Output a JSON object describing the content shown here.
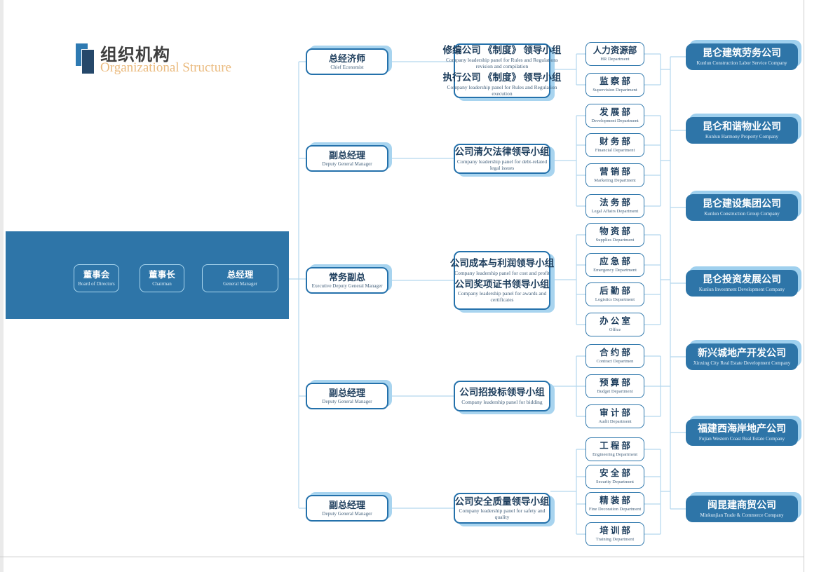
{
  "title": {
    "zh": "组织机构",
    "en": "Organizational Structure"
  },
  "board": [
    {
      "zh": "董事会",
      "en": "Board of Directors"
    },
    {
      "zh": "董事长",
      "en": "Chairman"
    },
    {
      "zh": "总经理",
      "en": "General Manager"
    }
  ],
  "executives": [
    {
      "zh": "总经济师",
      "en": "Chief Economist"
    },
    {
      "zh": "副总经理",
      "en": "Deputy General Manager"
    },
    {
      "zh": "常务副总",
      "en": "Executive Deputy General Manager"
    },
    {
      "zh": "副总经理",
      "en": "Deputy General Manager"
    },
    {
      "zh": "副总经理",
      "en": "Deputy General Manager"
    }
  ],
  "panels": [
    {
      "entries": [
        {
          "zh": "修编公司 《制度》 领导小组",
          "en": "Company leadership panel for Rules and Regulations revision and compilation"
        },
        {
          "zh": "执行公司 《制度》 领导小组",
          "en": "Company leadership panel for Rules and Regulation execution"
        }
      ]
    },
    {
      "entries": [
        {
          "zh": "公司清欠法律领导小组",
          "en": "Company leadership panel for debt-related legal issues"
        }
      ]
    },
    {
      "entries": [
        {
          "zh": "公司成本与利润领导小组",
          "en": "Company leadership panel for cost and profit"
        },
        {
          "zh": "公司奖项证书领导小组",
          "en": "Company leadership panel for awards and certificates"
        }
      ]
    },
    {
      "entries": [
        {
          "zh": "公司招投标领导小组",
          "en": "Company leadership panel for bidding"
        }
      ]
    },
    {
      "entries": [
        {
          "zh": "公司安全质量领导小组",
          "en": "Company leadership panel for safety and quality"
        }
      ]
    }
  ],
  "dept_groups": [
    {
      "departments": [
        {
          "zh": "人力资源部",
          "en": "HR Department"
        },
        {
          "zh": "监 察 部",
          "en": "Supervision Department"
        }
      ]
    },
    {
      "departments": [
        {
          "zh": "发 展 部",
          "en": "Development Department"
        },
        {
          "zh": "财 务 部",
          "en": "Financial Department"
        },
        {
          "zh": "营 销 部",
          "en": "Marketing Department"
        },
        {
          "zh": "法 务 部",
          "en": "Legal Affairs Department"
        }
      ]
    },
    {
      "departments": [
        {
          "zh": "物 资 部",
          "en": "Supplies Department"
        },
        {
          "zh": "应 急 部",
          "en": "Emergency Department"
        },
        {
          "zh": "后 勤 部",
          "en": "Logistics Department"
        },
        {
          "zh": "办 公 室",
          "en": "Office"
        }
      ]
    },
    {
      "departments": [
        {
          "zh": "合 约 部",
          "en": "Contract Departmen"
        },
        {
          "zh": "预 算 部",
          "en": "Budget Department"
        },
        {
          "zh": "审 计 部",
          "en": "Audit Department"
        }
      ]
    },
    {
      "departments": [
        {
          "zh": "工 程 部",
          "en": "Engineering Department"
        },
        {
          "zh": "安 全 部",
          "en": "Security Department"
        },
        {
          "zh": "精 装 部",
          "en": "Fine Decoration Department"
        },
        {
          "zh": "培 训 部",
          "en": "Training Department"
        }
      ]
    }
  ],
  "companies": [
    {
      "zh": "昆仑建筑劳务公司",
      "en": "Kunlun Construction Labor Service Company"
    },
    {
      "zh": "昆仑和谐物业公司",
      "en": "Kunlun Harmony Property Company"
    },
    {
      "zh": "昆仑建设集团公司",
      "en": "Kunlun Construction Group Company"
    },
    {
      "zh": "昆仑投资发展公司",
      "en": "Kunlun Investment Development Company"
    },
    {
      "zh": "新兴城地产开发公司",
      "en": "Xinxing City Real Estate Development Company"
    },
    {
      "zh": "福建西海岸地产公司",
      "en": "Fujian Western Coast Real Estate Company"
    },
    {
      "zh": "闽昆建商贸公司",
      "en": "Minkunjian Trade & Commerce Company"
    }
  ],
  "colors": {
    "primary_blue": "#2e75a8",
    "box_border_blue": "#2471ab",
    "shadow_light_blue": "#9fd0ee",
    "connector_blue": "#b5d7ee",
    "navy_text": "#1d3d5c",
    "subtitle_tan": "#eaba7e"
  }
}
